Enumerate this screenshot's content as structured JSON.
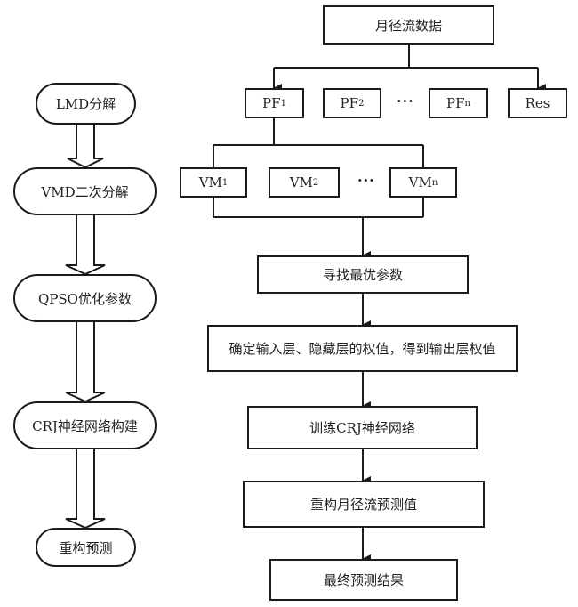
{
  "left_flow": {
    "steps": [
      "LMD分解",
      "VMD二次分解",
      "QPSO优化参数",
      "CRJ神经网络构建",
      "重构预测"
    ]
  },
  "right_flow": {
    "source": "月径流数据",
    "pf_row": [
      {
        "base": "PF",
        "sub": "1"
      },
      {
        "base": "PF",
        "sub": "2"
      },
      {
        "base": "PF",
        "sub": "n"
      },
      {
        "base": "Res",
        "sub": ""
      }
    ],
    "pf_ellipsis": "···",
    "vm_row": [
      {
        "base": "VM",
        "sub": "1"
      },
      {
        "base": "VM",
        "sub": "2"
      },
      {
        "base": "VM",
        "sub": "n"
      }
    ],
    "vm_ellipsis": "···",
    "steps": [
      "寻找最优参数",
      "确定输入层、隐藏层的权值，得到输出层权值",
      "训练CRJ神经网络",
      "重构月径流预测值",
      "最终预测结果"
    ]
  }
}
